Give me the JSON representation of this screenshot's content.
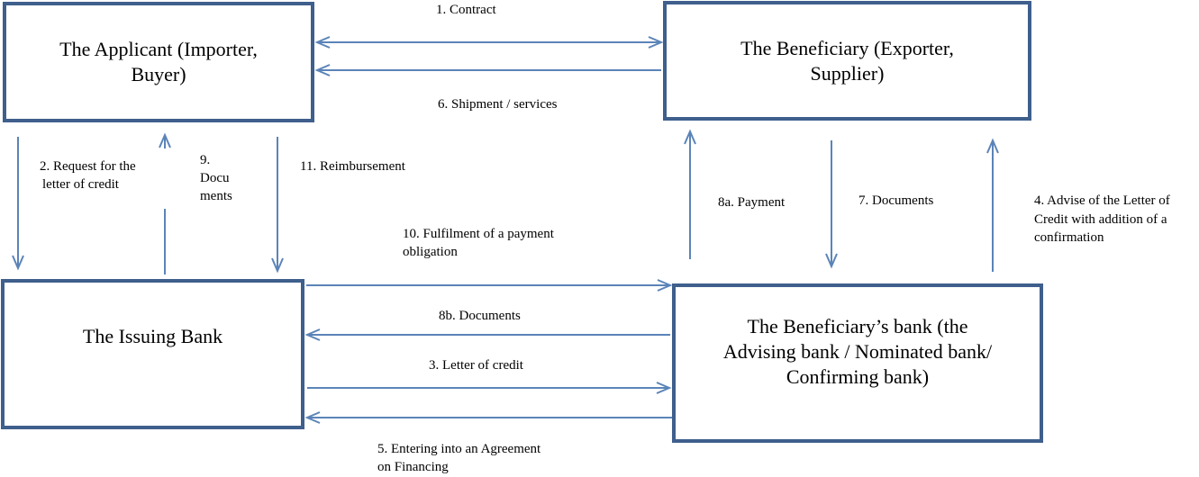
{
  "boxes": {
    "applicant": {
      "line1": "The Applicant (Importer,",
      "line2": "Buyer)"
    },
    "beneficiary": {
      "line1": "The Beneficiary (Exporter,",
      "line2": "Supplier)"
    },
    "issuing_bank": {
      "line1": "The Issuing Bank"
    },
    "beneficiary_bank": {
      "line1": "The Beneficiary’s bank (the",
      "line2": "Advising bank / Nominated bank/",
      "line3": "Confirming bank)"
    }
  },
  "labels": {
    "contract": "1. Contract",
    "request_1": "2. Request for the",
    "request_2": "letter of credit",
    "letter_of_credit": "3. Letter of credit",
    "advise_1": "4. Advise of the Letter of",
    "advise_2": "Credit with addition of a",
    "advise_3": "confirmation",
    "agreement_1": "5. Entering into an Agreement",
    "agreement_2": "on Financing",
    "shipment": "6. Shipment / services",
    "documents_7": "7. Documents",
    "payment_8a": "8a. Payment",
    "documents_8b": "8b. Documents",
    "documents_9_1": "9.",
    "documents_9_2": "Docu",
    "documents_9_3": "ments",
    "fulfilment_1": "10. Fulfilment of a payment",
    "fulfilment_2": "obligation",
    "reimbursement": "11. Reimbursement"
  }
}
